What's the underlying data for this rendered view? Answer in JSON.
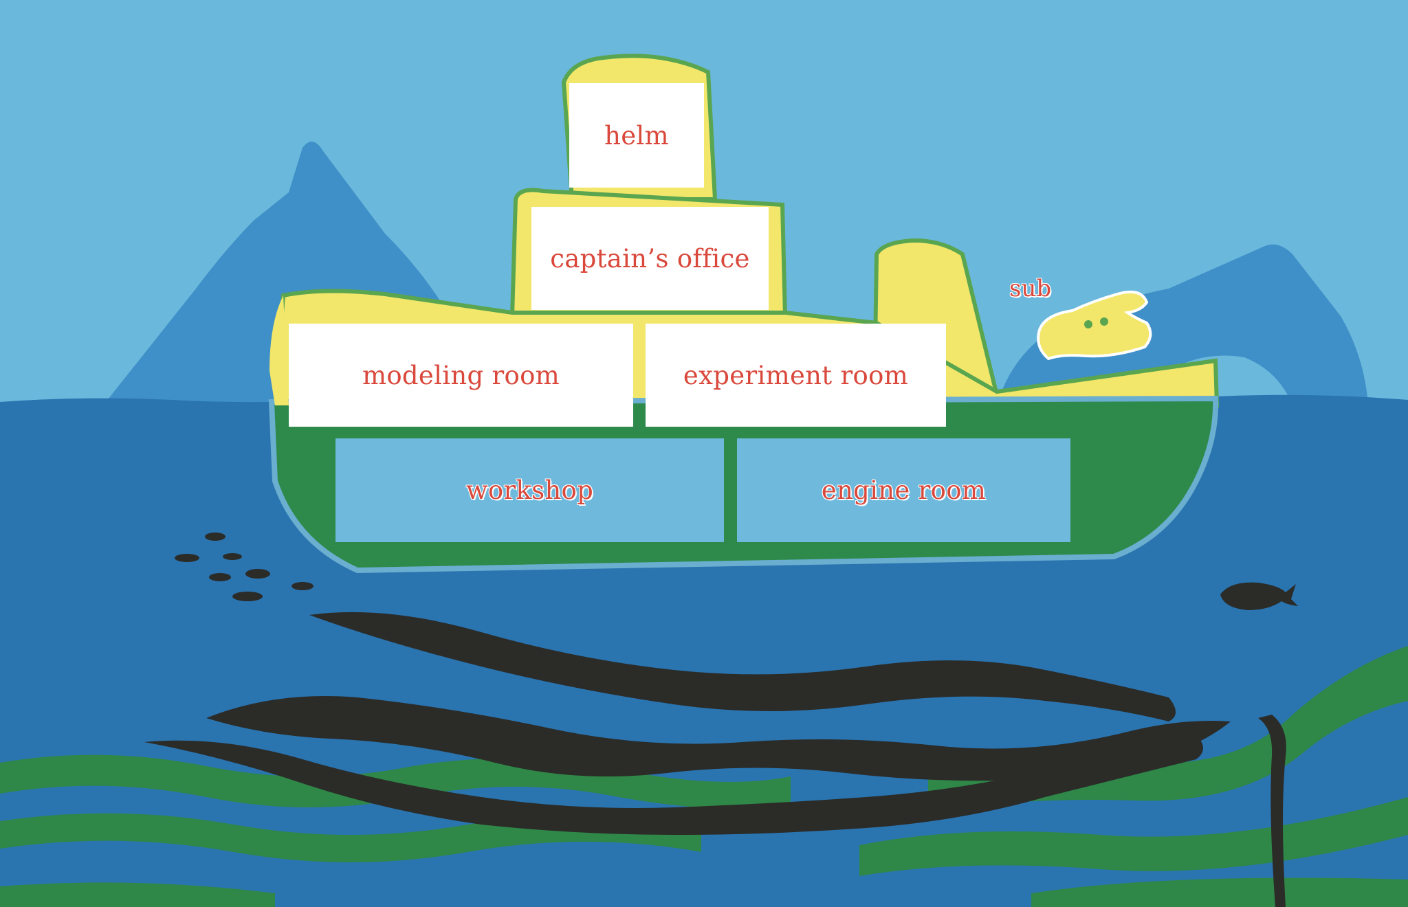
{
  "colors": {
    "sky": "#6ab8dc",
    "mountain": "#3f8fc8",
    "sea": "#2a74b0",
    "hull_yellow": "#f2e66b",
    "hull_green": "#2d8a4a",
    "hull_outline": "#5aa550",
    "room_upper_bg": "#ffffff",
    "room_lower_bg": "#6fbadc",
    "label_red": "#d9483b",
    "kelp_dark": "#2b2b28",
    "seagrass_green": "#2f8748"
  },
  "rooms": {
    "helm": "helm",
    "captains_office": "captain’s office",
    "modeling_room": "modeling room",
    "experiment_room": "experiment room",
    "workshop": "workshop",
    "engine_room": "engine room"
  },
  "sub": {
    "label": "sub",
    "icon": "submarine-icon"
  },
  "decor": {
    "fish_school_icon": "fish-school-icon",
    "fish_icon": "fish-icon",
    "kelp_icon": "kelp-icon",
    "mountain_icon": "mountain-icon"
  }
}
